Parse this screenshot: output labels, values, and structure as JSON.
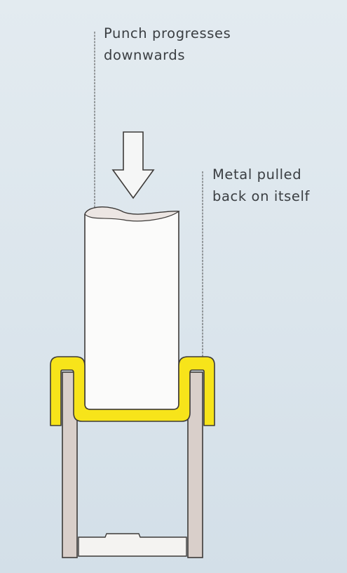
{
  "labels": {
    "punch": [
      "Punch progresses",
      "downwards"
    ],
    "metal": [
      "Metal pulled",
      "back on itself"
    ]
  },
  "colors": {
    "background": "#dde7ed",
    "punch_fill": "#fbfbfa",
    "metal_sheet": "#f7e41a",
    "die_fill": "#d9cfca",
    "outline": "#3d3a38",
    "text": "#3a3e42"
  }
}
